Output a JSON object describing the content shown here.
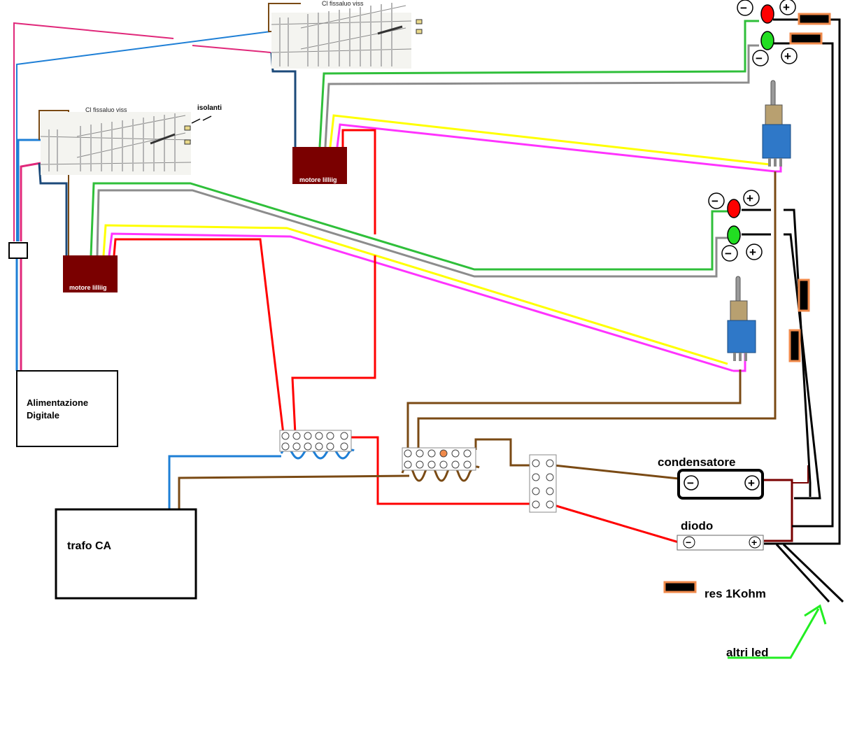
{
  "labels": {
    "power_supply": "Alimentazione\nDigitale",
    "transformer": "trafo CA",
    "motor_1": "motore lilliig",
    "motor_2": "motore lilliig",
    "capacitor": "condensatore",
    "diode": "diodo",
    "resistor_legend": "res 1Kohm",
    "other_leds": "altri led",
    "insulators": "isolanti",
    "track_caption": "Cl fissaluo viss"
  },
  "colors": {
    "digital_blue": "#1e7fd6",
    "digital_pink": "#e0287a",
    "red_wire": "#ff0000",
    "brown_wire": "#7a4a14",
    "green_wire": "#2fbf3a",
    "gray_wire": "#8c8c8c",
    "yellow_wire": "#ffff00",
    "magenta_wire": "#ff33ff",
    "black_wire": "#000000",
    "motor_fill": "#7a0000",
    "resistor_fill": "#f08a4b",
    "led_red": "#ff0000",
    "led_green": "#22dd22",
    "arrow_green": "#22ee22",
    "switch_blue": "#2f78c8"
  },
  "symbols": {
    "minus": "−",
    "plus": "+"
  }
}
